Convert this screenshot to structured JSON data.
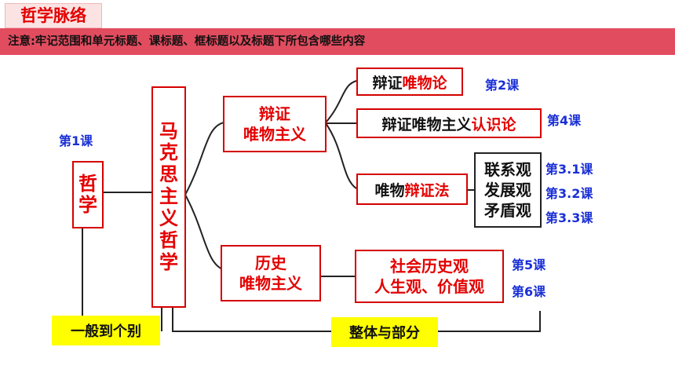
{
  "header": {
    "title": "哲学脉络",
    "note": "注意:牢记范围和单元标题、课标题、框标题以及标题下所包含哪些内容"
  },
  "diagram": {
    "philosophy": {
      "c1": "哲",
      "c2": "学",
      "lesson": "第1课"
    },
    "marxism": {
      "chars": [
        "马",
        "克",
        "思",
        "主",
        "义",
        "哲",
        "学"
      ]
    },
    "dialectical_materialism": {
      "line1": "辩证",
      "line2": "唯物主义"
    },
    "historical_materialism": {
      "line1": "历史",
      "line2": "唯物主义"
    },
    "materialism_box": {
      "prefix": "辩证",
      "highlight": "唯物论",
      "lesson": "第2课"
    },
    "epistemology_box": {
      "prefix": "辩证唯物主义",
      "highlight": "认识论",
      "lesson": "第4课"
    },
    "dialectics_box": {
      "prefix": "唯物",
      "highlight": "辩证法"
    },
    "views": [
      {
        "label": "联系观",
        "lesson": "第3.1课"
      },
      {
        "label": "发展观",
        "lesson": "第3.2课"
      },
      {
        "label": "矛盾观",
        "lesson": "第3.3课"
      }
    ],
    "social_box": {
      "line1": "社会历史观",
      "line2": "人生观、价值观",
      "lesson1": "第5课",
      "lesson2": "第6课"
    },
    "bottom": {
      "general_to_specific": "一般到个别",
      "whole_and_part": "整体与部分"
    }
  }
}
